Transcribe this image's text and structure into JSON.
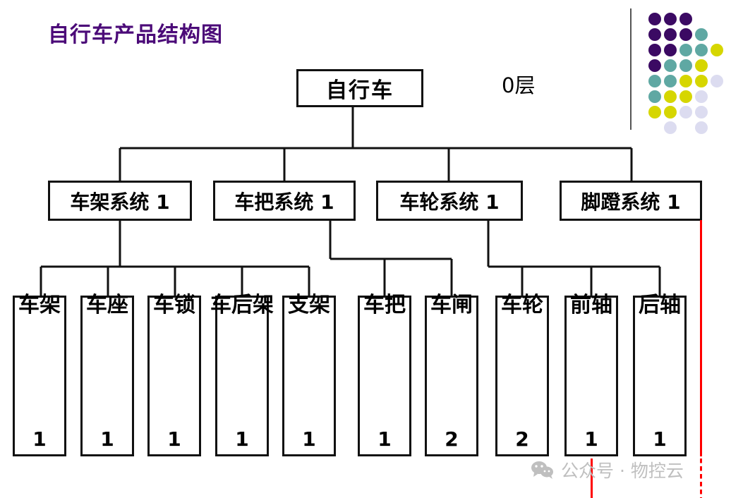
{
  "title": "自行车产品结构图",
  "level_label": "0层",
  "colors": {
    "title": "#4B0A78",
    "box_border": "#111111",
    "annotation_red": "#FF0000",
    "watermark": "#BFBFBF",
    "logo_purple": "#3B0A63",
    "logo_teal": "#5FA8A3",
    "logo_yellow": "#D6D600",
    "logo_lavender": "#DCDCF0"
  },
  "root": {
    "label": "自行车"
  },
  "systems": [
    {
      "label": "车架系统 1"
    },
    {
      "label": "车把系统 1"
    },
    {
      "label": "车轮系统 1"
    },
    {
      "label": "脚蹬系统 1"
    }
  ],
  "leaves": [
    {
      "name": "车架",
      "qty": "1"
    },
    {
      "name": "车座",
      "qty": "1"
    },
    {
      "name": "车锁",
      "qty": "1"
    },
    {
      "name": "车后架",
      "qty": "1"
    },
    {
      "name": "支架",
      "qty": "1"
    },
    {
      "name": "车把",
      "qty": "1"
    },
    {
      "name": "车闸",
      "qty": "2"
    },
    {
      "name": "车轮",
      "qty": "2"
    },
    {
      "name": "前轴",
      "qty": "1"
    },
    {
      "name": "后轴",
      "qty": "1"
    }
  ],
  "watermark": {
    "icon": "wechat-bubbles-icon",
    "text": "公众号 · 物控云"
  },
  "logo": {
    "name": "dot-matrix-logo",
    "dots": [
      {
        "c": 0,
        "r": 0,
        "color": "#3B0A63"
      },
      {
        "c": 1,
        "r": 0,
        "color": "#3B0A63"
      },
      {
        "c": 2,
        "r": 0,
        "color": "#3B0A63"
      },
      {
        "c": 0,
        "r": 1,
        "color": "#3B0A63"
      },
      {
        "c": 1,
        "r": 1,
        "color": "#3B0A63"
      },
      {
        "c": 2,
        "r": 1,
        "color": "#3B0A63"
      },
      {
        "c": 3,
        "r": 1,
        "color": "#5FA8A3"
      },
      {
        "c": 0,
        "r": 2,
        "color": "#3B0A63"
      },
      {
        "c": 1,
        "r": 2,
        "color": "#3B0A63"
      },
      {
        "c": 2,
        "r": 2,
        "color": "#5FA8A3"
      },
      {
        "c": 3,
        "r": 2,
        "color": "#5FA8A3"
      },
      {
        "c": 4,
        "r": 2,
        "color": "#D6D600"
      },
      {
        "c": 0,
        "r": 3,
        "color": "#3B0A63"
      },
      {
        "c": 1,
        "r": 3,
        "color": "#5FA8A3"
      },
      {
        "c": 2,
        "r": 3,
        "color": "#5FA8A3"
      },
      {
        "c": 3,
        "r": 3,
        "color": "#D6D600"
      },
      {
        "c": 0,
        "r": 4,
        "color": "#5FA8A3"
      },
      {
        "c": 1,
        "r": 4,
        "color": "#5FA8A3"
      },
      {
        "c": 2,
        "r": 4,
        "color": "#D6D600"
      },
      {
        "c": 3,
        "r": 4,
        "color": "#D6D600"
      },
      {
        "c": 4,
        "r": 4,
        "color": "#DCDCF0"
      },
      {
        "c": 0,
        "r": 5,
        "color": "#5FA8A3"
      },
      {
        "c": 1,
        "r": 5,
        "color": "#D6D600"
      },
      {
        "c": 2,
        "r": 5,
        "color": "#D6D600"
      },
      {
        "c": 3,
        "r": 5,
        "color": "#DCDCF0"
      },
      {
        "c": 0,
        "r": 6,
        "color": "#D6D600"
      },
      {
        "c": 1,
        "r": 6,
        "color": "#D6D600"
      },
      {
        "c": 2,
        "r": 6,
        "color": "#DCDCF0"
      },
      {
        "c": 3,
        "r": 6,
        "color": "#DCDCF0"
      },
      {
        "c": 1,
        "r": 7,
        "color": "#DCDCF0"
      },
      {
        "c": 3,
        "r": 7,
        "color": "#DCDCF0"
      }
    ]
  },
  "chart_data": {
    "type": "tree",
    "title": "自行车产品结构图",
    "levels": [
      "0层"
    ],
    "nodes": [
      {
        "id": "root",
        "label": "自行车",
        "level": 0,
        "parent": null,
        "qty": null
      },
      {
        "id": "s1",
        "label": "车架系统",
        "level": 1,
        "parent": "root",
        "qty": "1"
      },
      {
        "id": "s2",
        "label": "车把系统",
        "level": 1,
        "parent": "root",
        "qty": "1"
      },
      {
        "id": "s3",
        "label": "车轮系统",
        "level": 1,
        "parent": "root",
        "qty": "1"
      },
      {
        "id": "s4",
        "label": "脚蹬系统",
        "level": 1,
        "parent": "root",
        "qty": "1"
      },
      {
        "id": "l1",
        "label": "车架",
        "level": 2,
        "parent": "s1",
        "qty": "1"
      },
      {
        "id": "l2",
        "label": "车座",
        "level": 2,
        "parent": "s1",
        "qty": "1"
      },
      {
        "id": "l3",
        "label": "车锁",
        "level": 2,
        "parent": "s1",
        "qty": "1"
      },
      {
        "id": "l4",
        "label": "车后架",
        "level": 2,
        "parent": "s1",
        "qty": "1"
      },
      {
        "id": "l5",
        "label": "支架",
        "level": 2,
        "parent": "s1",
        "qty": "1"
      },
      {
        "id": "l6",
        "label": "车把",
        "level": 2,
        "parent": "s2",
        "qty": "1"
      },
      {
        "id": "l7",
        "label": "车闸",
        "level": 2,
        "parent": "s2",
        "qty": "2"
      },
      {
        "id": "l8",
        "label": "车轮",
        "level": 2,
        "parent": "s3",
        "qty": "2"
      },
      {
        "id": "l9",
        "label": "前轴",
        "level": 2,
        "parent": "s3",
        "qty": "1"
      },
      {
        "id": "l10",
        "label": "后轴",
        "level": 2,
        "parent": "s3",
        "qty": "1"
      }
    ]
  }
}
